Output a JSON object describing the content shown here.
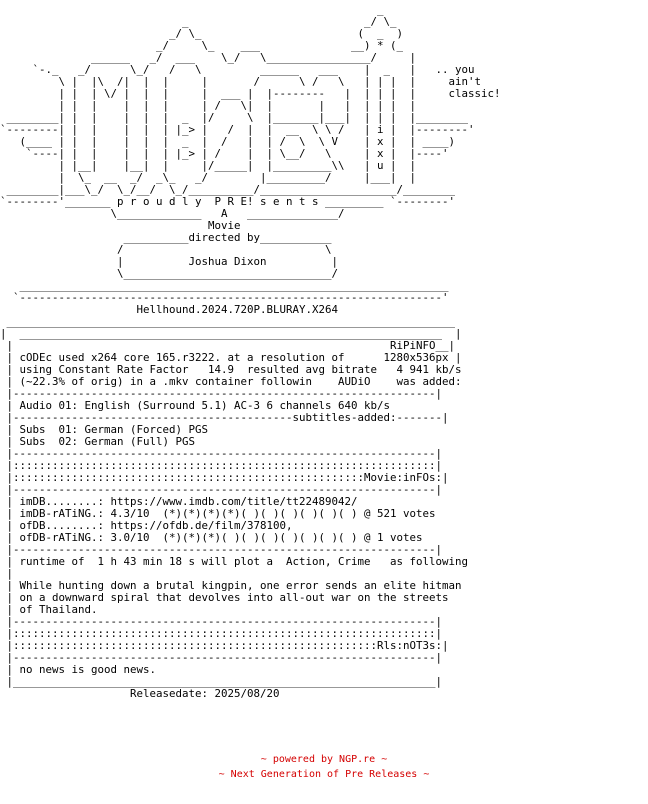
{
  "nfo": {
    "art": [
      "                                                          _",
      "                            _                           _/ \\_",
      "                          _/ \\_                        (  _  )",
      "                        _/     \\_    ___              __) * (_",
      "              ______   _/  ___    \\_/   \\________________/     |",
      "     `-._   _/      \\_/   /   \\         ______   ___    |  _   |   .. you",
      "         \\ |  |\\  /|  |  |     |       /      \\ /   \\   | | |  |     ain't",
      "         | |  | \\/ |  |  |     |  ___ |  |--------   |  | | |  |     classic!",
      "         | |  |    |  |  |     | /   \\|  |       |   |  | | |  |",
      " ________| |  |    |  |  |  _  |/     \\  |_______|___|  | | |  |________",
      "`--------| |  |    |  |  | |_> |   /  |  |  __  \\ \\ /   | i |  |--------'",
      "   (____ | |  |    |  |  |  _  |  /   |  | /  \\  \\ V    | x |  | ____)",
      "    `----| |  |    |  |  | |_> | /    |  | \\__/   \\     | x |  |----'",
      "         | |__|    |__|  |     |/_____|  |_________\\\\   | u |  |",
      "         |  \\_  __  _/  _\\_   _/        |_________/     |___|  |",
      " ________|___\\_/  \\_/__/  \\_/__________/_____________________/________",
      "`--------'_______ p r o u d l y  P R E! s e n t s _________ `--------'",
      "                 \\_____________   A   ______________/",
      "                                Movie",
      "                   __________directed by___________",
      "                  /                               \\",
      "                  |          Joshua Dixon          |",
      "                  \\________________________________/",
      "   __________________________________________________________________",
      "  `-----------------------------------------------------------------'",
      "                     Hellhound.2024.720P.BLURAY.X264"
    ],
    "body": [
      " _____________________________________________________________________",
      "|  _________________________________________________________________  |",
      " |                                                          RiPiNFO__|",
      " | cODEc used x264 core 165.r3222. at a resolution of      1280x536px |",
      " | using Constant Rate Factor   14.9  resulted avg bitrate   4 941 kb/s",
      " | (~22.3% of orig) in a .mkv container followin    AUDiO    was added:",
      " |-----------------------------------------------------------------|",
      " | Audio 01: English (Surround 5.1) AC-3 6 channels 640 kb/s",
      " |-------------------------------------------subtitles-added:-------|",
      " | Subs  01: German (Forced) PGS",
      " | Subs  02: German (Full) PGS",
      " |-----------------------------------------------------------------|",
      " |:::::::::::::::::::::::::::::::::::::::::::::::::::::::::::::::::|",
      " |::::::::::::::::::::::::::::::::::::::::::::::::::::::Movie:inFOs:|",
      " |-----------------------------------------------------------------|",
      " | imDB........: https://www.imdb.com/title/tt22489042/",
      " | imDB-rATiNG.: 4.3/10  (*)(*)(*)(*)( )( )( )( )( )( ) @ 521 votes",
      " | ofDB........: https://ofdb.de/film/378100,",
      " | ofDB-rATiNG.: 3.0/10  (*)(*)(*)( )( )( )( )( )( )( ) @ 1 votes",
      " |-----------------------------------------------------------------|",
      " | runtime of  1 h 43 min 18 s will plot a  Action, Crime   as following",
      " |",
      " | While hunting down a brutal kingpin, one error sends an elite hitman",
      " | on a downward spiral that devolves into all-out war on the streets",
      " | of Thailand.",
      " |-----------------------------------------------------------------|",
      " |:::::::::::::::::::::::::::::::::::::::::::::::::::::::::::::::::|",
      " |::::::::::::::::::::::::::::::::::::::::::::::::::::::::Rls:nOT3s:|",
      " |-----------------------------------------------------------------|",
      " | no news is good news.",
      " |_________________________________________________________________|",
      "                    Releasedate: 2025/08/20"
    ]
  },
  "footer": {
    "line1": "~ powered by NGP.re ~",
    "line2": "~ Next Generation of Pre Releases ~"
  },
  "colors": {
    "text": "#000000",
    "footer": "#d40000",
    "background": "#ffffff"
  }
}
